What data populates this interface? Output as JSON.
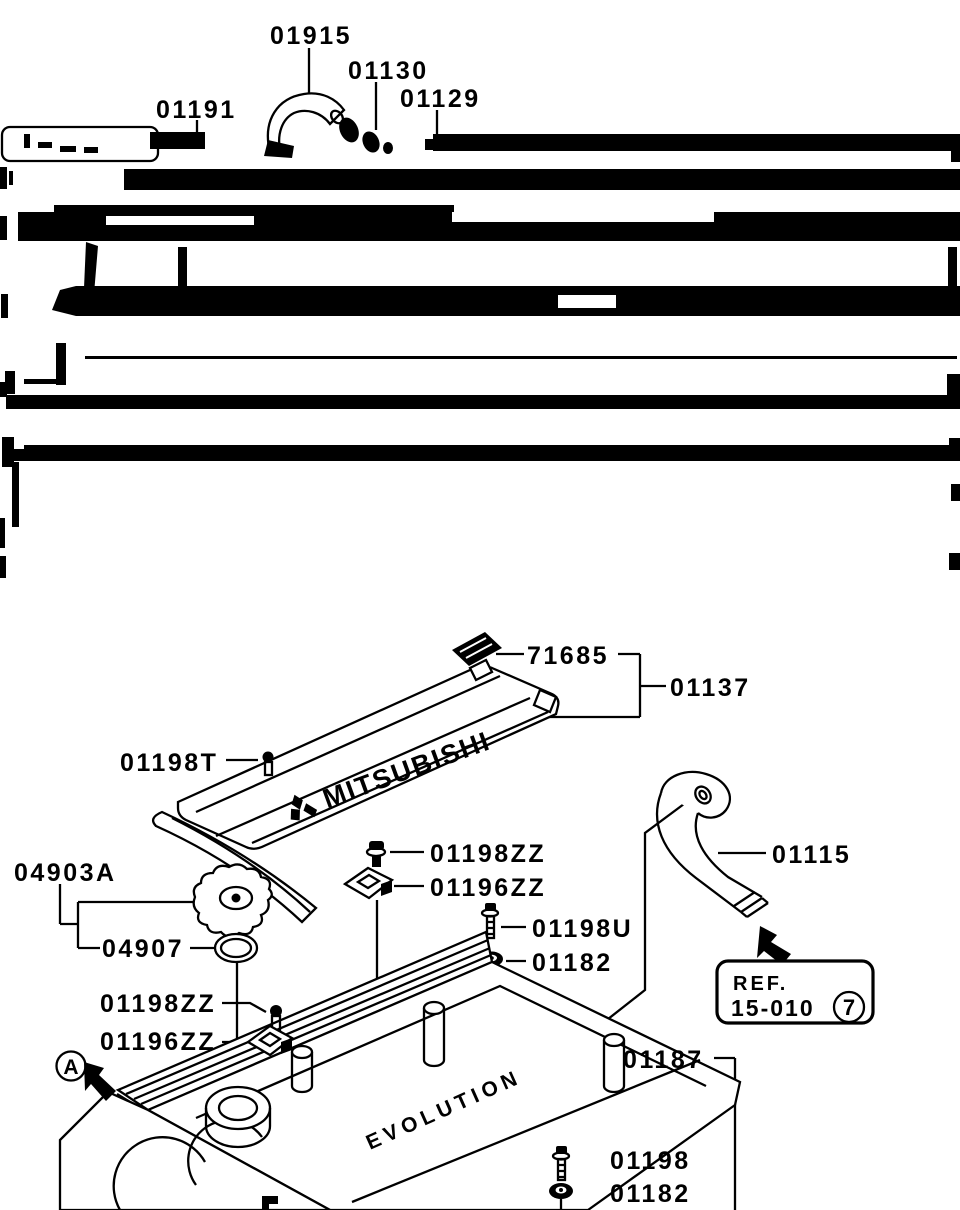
{
  "colors": {
    "ink": "#000000",
    "paper": "#ffffff"
  },
  "callouts": {
    "c01191": {
      "label": "01191"
    },
    "c01915": {
      "label": "01915"
    },
    "c01130": {
      "label": "01130"
    },
    "c01129": {
      "label": "01129"
    },
    "c71685": {
      "label": "71685"
    },
    "c01137": {
      "label": "01137"
    },
    "c01198T": {
      "label": "01198T"
    },
    "c01198ZZ_center": {
      "label": "01198ZZ"
    },
    "c01196ZZ_center": {
      "label": "01196ZZ"
    },
    "c04903A": {
      "label": "04903A"
    },
    "c04907": {
      "label": "04907"
    },
    "c01198U": {
      "label": "01198U"
    },
    "c01182_mid": {
      "label": "01182"
    },
    "c01115": {
      "label": "01115"
    },
    "c01198ZZ_left": {
      "label": "01198ZZ"
    },
    "c01196ZZ_left": {
      "label": "01196ZZ"
    },
    "c01187": {
      "label": "01187"
    },
    "c01198_bottom": {
      "label": "01198"
    },
    "c01182_bottom": {
      "label": "01182"
    }
  },
  "ref_box": {
    "line1": "REF.",
    "line2": "15-010",
    "badge": "7"
  },
  "view_marker": {
    "label": "A"
  },
  "part_markings": {
    "upper_cover": "MITSUBISHI",
    "lower_cover": "EVOLUTION"
  }
}
